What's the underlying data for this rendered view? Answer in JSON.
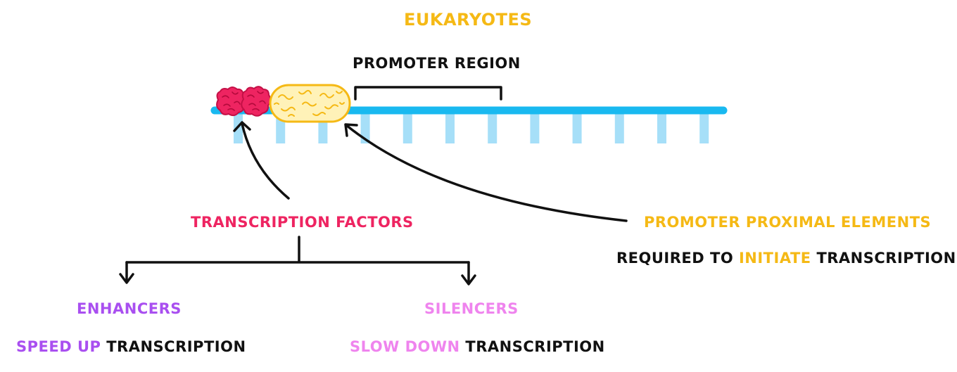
{
  "title": "EUKARYOTES",
  "promoter_region_label": "PROMOTER REGION",
  "transcription_factors_label": "TRANSCRIPTION FACTORS",
  "promoter_proximal_label": "PROMOTER PROXIMAL ELEMENTS",
  "promoter_note": {
    "part1": "REQUIRED TO",
    "highlight": "INITIATE",
    "part2": "TRANSCRIPTION"
  },
  "enhancers": {
    "label": "ENHANCERS",
    "highlight": "SPEED UP",
    "rest": "TRANSCRIPTION"
  },
  "silencers": {
    "label": "SILENCERS",
    "highlight": "SLOW DOWN",
    "rest": "TRANSCRIPTION"
  },
  "colors": {
    "dna_strand": "#19b9f0",
    "dna_bases": "#a6dff8",
    "transcription_factor": "#ee2461",
    "promoter_element_fill": "#fff2b8",
    "promoter_element_stroke": "#f5b915",
    "title": "#f5b915",
    "enhancer": "#a94ff0",
    "silencer": "#ef84ee",
    "arrows": "#111111"
  }
}
